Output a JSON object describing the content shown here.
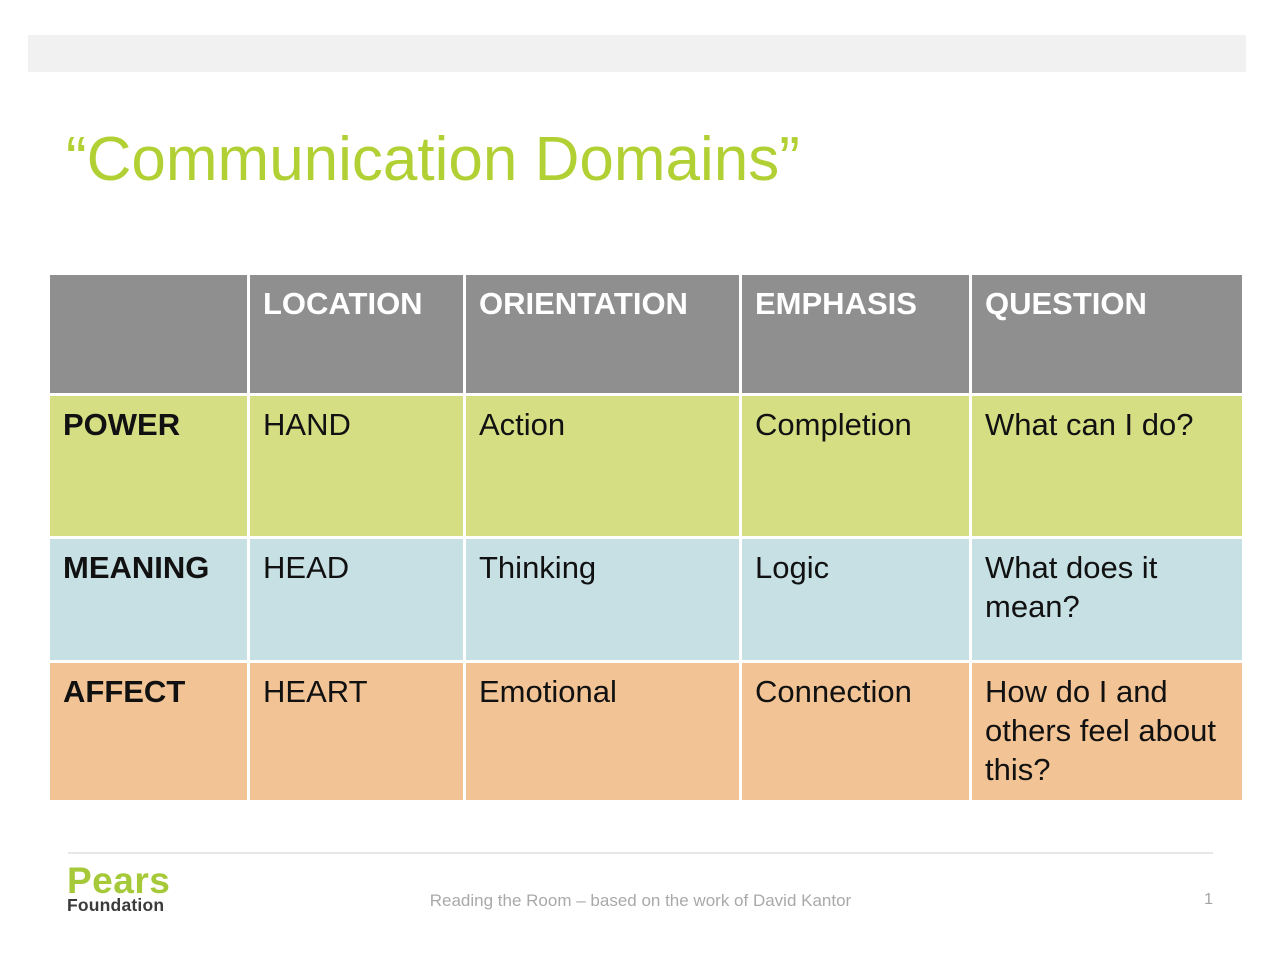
{
  "slide": {
    "title": "“Communication Domains”",
    "colors": {
      "title_green": "#b1d034",
      "top_bar_gray": "#f1f1f1",
      "header_gray": "#8f8f8f",
      "row_power_green": "#d6de84",
      "row_meaning_blue": "#c6e0e4",
      "row_affect_orange": "#f2c394",
      "logo_green": "#a5c939",
      "logo_dark": "#3b3b3b",
      "footer_text_gray": "#a9a9a9"
    }
  },
  "table": {
    "headers": [
      "",
      "LOCATION",
      "ORIENTATION",
      "EMPHASIS",
      "QUESTION"
    ],
    "rows": [
      {
        "color": "#d6de84",
        "cells": [
          "POWER",
          "HAND",
          "Action",
          "Completion",
          "What can I do?"
        ]
      },
      {
        "color": "#c6e0e4",
        "cells": [
          "MEANING",
          "HEAD",
          "Thinking",
          "Logic",
          "What does it mean?"
        ]
      },
      {
        "color": "#f2c394",
        "cells": [
          "AFFECT",
          "HEART",
          "Emotional",
          "Connection",
          "How do I and others feel about this?"
        ]
      }
    ]
  },
  "footer": {
    "logo_line1": "Pears",
    "logo_line2": "Foundation",
    "caption": "Reading the Room – based on the work of David Kantor",
    "page_number": "1"
  }
}
